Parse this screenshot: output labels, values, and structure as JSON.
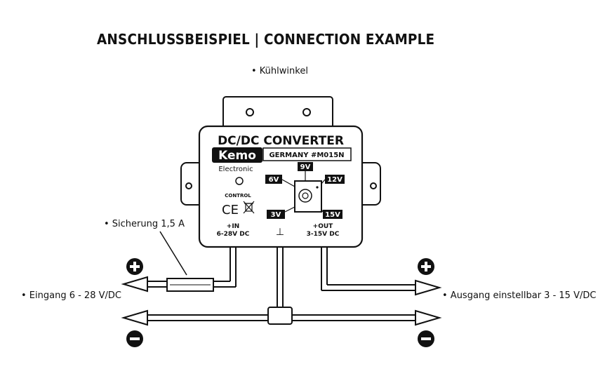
{
  "title": "ANSCHLUSSBEISPIEL | CONNECTION EXAMPLE",
  "labels": {
    "heatsink": "• Kühlwinkel",
    "fuse": "• Sicherung 1,5 A",
    "input": "• Eingang 6 - 28 V/DC",
    "output": "• Ausgang einstellbar 3 - 15 V/DC"
  },
  "device": {
    "name": "DC/DC CONVERTER",
    "brand": "Kemo",
    "sub": "GERMANY  #M015N",
    "electronic": "Electronic",
    "control": "CONTROL",
    "ce": "CE",
    "in_label": "+IN",
    "in_range": "6-28V DC",
    "out_label": "+OUT",
    "out_range": "3-15V DC",
    "ground": "⊥",
    "v6": "6V",
    "v9": "9V",
    "v12": "12V",
    "v3": "3V",
    "v15": "15V"
  },
  "polarity": {
    "plus": "+",
    "minus": "−"
  }
}
